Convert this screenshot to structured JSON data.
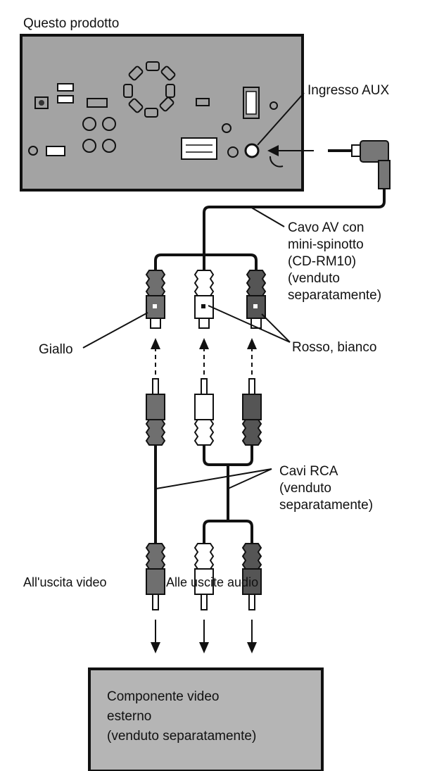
{
  "labels": {
    "product": "Questo prodotto",
    "aux_input": "Ingresso AUX",
    "av_cable": [
      "Cavo AV con",
      "mini-spinotto",
      "(CD-RM10)",
      "(venduto",
      "separatamente)"
    ],
    "yellow": "Giallo",
    "red_white": "Rosso, bianco",
    "rca_cables": [
      "Cavi RCA",
      "(venduto",
      "separatamente)"
    ],
    "video_out": "All'uscita video",
    "audio_out": "Alle uscite audio",
    "external_component": [
      "Componente video",
      "esterno",
      "(venduto separatamente)"
    ]
  },
  "colors": {
    "panel": "#a3a3a3",
    "plug_dark": "#6f6f6f",
    "plug_darker": "#555555",
    "plug_white": "#ffffff",
    "component_box": "#b5b5b5",
    "line": "#111111"
  }
}
